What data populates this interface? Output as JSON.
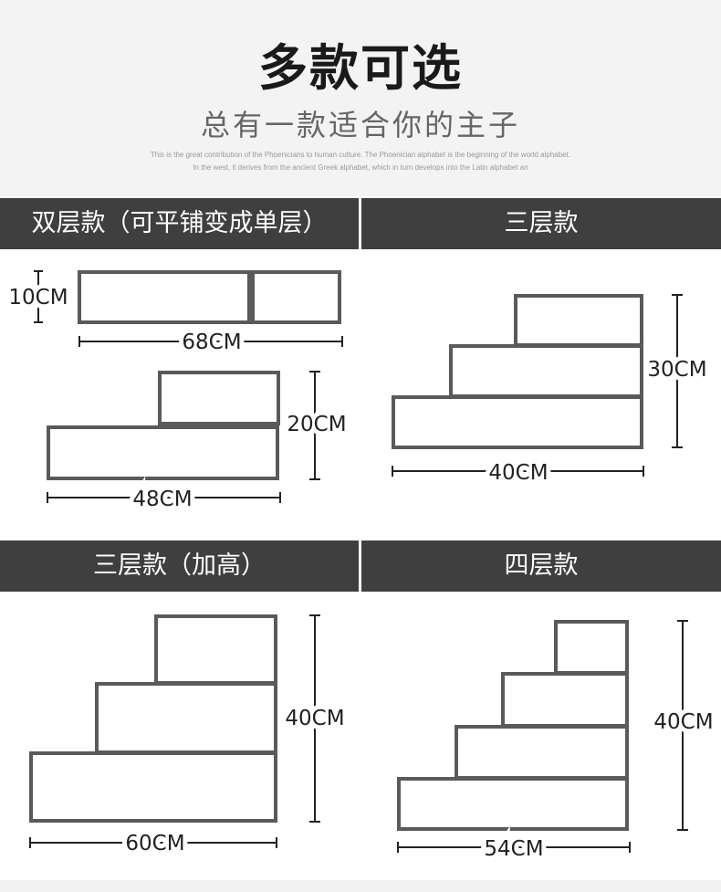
{
  "header": {
    "title": "多款可选",
    "subtitle": "总有一款适合你的主子",
    "english_line_1": "This is the great contribution of the Phoenicians to human culture. The Phoenician alphabet is the beginning of the world alphabet.",
    "english_line_2": "In the west, it derives from the ancient Greek alphabet, which in turn develops into the Latin alphabet an"
  },
  "panels": [
    {
      "title": "双层款（可平铺变成单层）",
      "dims": [
        "10CM",
        "68CM",
        "20CM",
        "48CM"
      ]
    },
    {
      "title": "三层款",
      "dims": [
        "30CM",
        "40CM"
      ]
    },
    {
      "title": "三层款（加高）",
      "dims": [
        "40CM",
        "60CM"
      ]
    },
    {
      "title": "四层款",
      "dims": [
        "40CM",
        "54CM"
      ]
    }
  ],
  "colors": {
    "bar": "#3f3f3f",
    "outline": "#5a5a5a"
  }
}
